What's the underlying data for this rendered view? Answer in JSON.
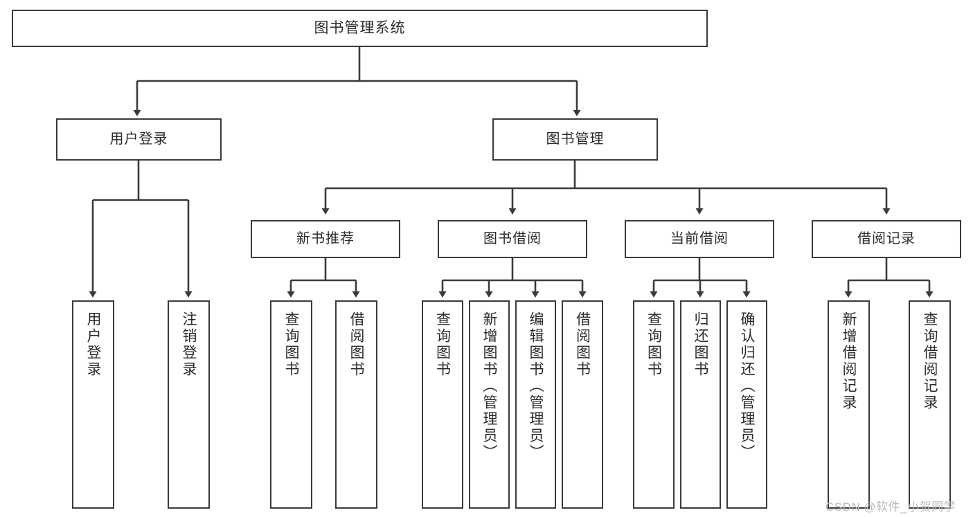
{
  "diagram": {
    "title": "图书管理系统",
    "root": {
      "label": "图书管理系统"
    },
    "level2": [
      {
        "label": "用户登录"
      },
      {
        "label": "图书管理"
      }
    ],
    "level3": [
      {
        "label": "新书推荐"
      },
      {
        "label": "图书借阅"
      },
      {
        "label": "当前借阅"
      },
      {
        "label": "借阅记录"
      }
    ],
    "leaves": [
      {
        "label": "用户登录"
      },
      {
        "label": "注销登录"
      },
      {
        "label": "查询图书"
      },
      {
        "label": "借阅图书"
      },
      {
        "label": "查询图书"
      },
      {
        "label": "新增图书（管理员）"
      },
      {
        "label": "编辑图书（管理员）"
      },
      {
        "label": "借阅图书"
      },
      {
        "label": "查询图书"
      },
      {
        "label": "归还图书"
      },
      {
        "label": "确认归还（管理员）"
      },
      {
        "label": "新增借阅记录"
      },
      {
        "label": "查询借阅记录"
      }
    ],
    "watermark": "CSDN @软件_小贺同学",
    "colors": {
      "stroke": "#3a3a3a",
      "fill": "#ffffff",
      "text": "#2b2b2b",
      "watermark": "#b9b9b9"
    }
  }
}
